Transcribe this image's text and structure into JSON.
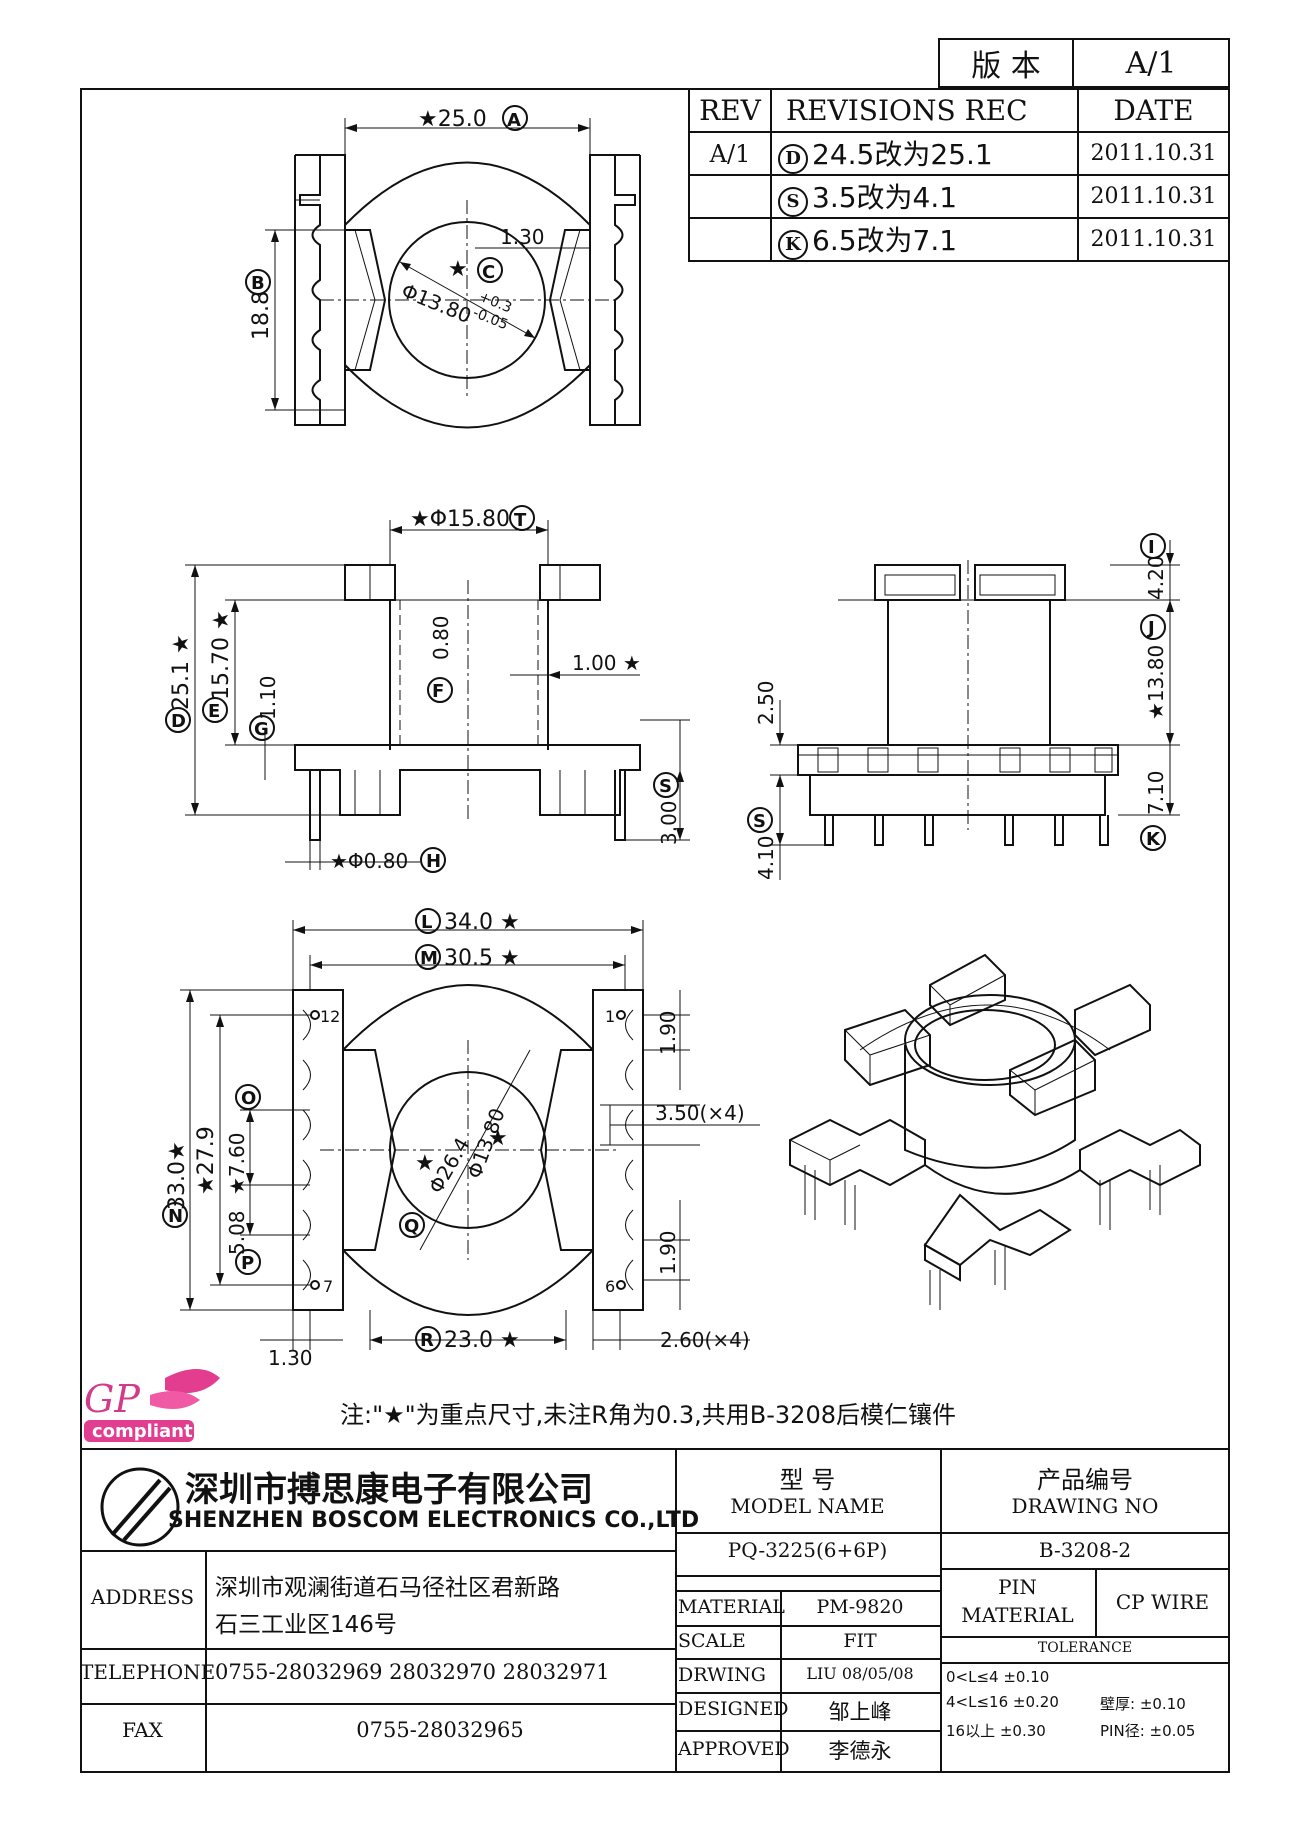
{
  "version_block": {
    "label": "版 本",
    "value": "A/1"
  },
  "revisions": {
    "headers": [
      "REV",
      "REVISIONS REC",
      "DATE"
    ],
    "rows": [
      {
        "rev": "A/1",
        "symbol": "D",
        "text": "24.5改为25.1",
        "date": "2011.10.31"
      },
      {
        "rev": "",
        "symbol": "S",
        "text": "3.5改为4.1",
        "date": "2011.10.31"
      },
      {
        "rev": "",
        "symbol": "K",
        "text": "6.5改为7.1",
        "date": "2011.10.31"
      }
    ]
  },
  "drawing": {
    "top_view": {
      "dim_width": "★25.0",
      "dim_width_sym": "A",
      "dim_height": "18.8",
      "dim_height_sym": "B",
      "dim_wall": "1.30",
      "dim_bore_sym": "C",
      "dim_bore": "Φ13.80",
      "tol_plus": "+0.3",
      "tol_minus": "-0.05"
    },
    "front_view": {
      "dim_dia": "★Φ15.80",
      "dim_dia_sym": "T",
      "dim_total": "25.1 ★",
      "dim_total_sym": "D",
      "dim_inner": "15.70 ★",
      "dim_inner_sym": "E",
      "dim_flange": "1.10",
      "dim_flange_sym": "G",
      "dim_wall": "0.80",
      "dim_wall_sym": "F",
      "dim_rib": "1.00 ★",
      "dim_pin_len": "3.00",
      "dim_pin_sym": "S",
      "dim_pin_dia": "★Φ0.80",
      "dim_pin_dia_sym": "H"
    },
    "side_view": {
      "dim_top": "4.20",
      "dim_top_sym": "I",
      "dim_mid": "★13.80",
      "dim_mid_sym": "J",
      "dim_base": "7.10",
      "dim_base_sym": "K",
      "dim_step": "2.50",
      "dim_pin": "4.10",
      "dim_pin_sym": "S"
    },
    "bottom_view": {
      "dim_length": "34.0 ★",
      "dim_length_sym": "L",
      "dim_inner_length": "30.5 ★",
      "dim_inner_length_sym": "M",
      "dim_total": "33.0★",
      "dim_total_sym": "N",
      "dim_pitch_row": "★27.9",
      "dim_pitch_a": "★7.60",
      "dim_pitch_a_sym": "O",
      "dim_pitch_b": "5.08",
      "dim_pitch_b_sym": "P",
      "dim_bore": "Φ13.80",
      "dim_outer": "Φ26.4",
      "dim_outer_sym": "Q",
      "dim_gap_top": "1.90",
      "dim_slot": "3.50(×4)",
      "dim_gap_bottom": "1.90",
      "dim_edge": "1.30",
      "dim_span": "23.0 ★",
      "dim_span_sym": "R",
      "dim_slot_w": "2.60(×4)",
      "pin_labels": [
        "12",
        "1",
        "7",
        "6"
      ]
    }
  },
  "logo": {
    "gp": "GP",
    "compliant": "compliant"
  },
  "note": "注:\"★\"为重点尺寸,未注R角为0.3,共用B-3208后模仁镶件",
  "company": {
    "cn": "深圳市搏思康电子有限公司",
    "en": "SHENZHEN BOSCOM ELECTRONICS CO.,LTD"
  },
  "model": {
    "label_cn": "型    号",
    "label_en": "MODEL NAME",
    "value": "PQ-3225(6+6P)"
  },
  "drawing_no": {
    "label_cn": "产品编号",
    "label_en": "DRAWING NO",
    "value": "B-3208-2"
  },
  "address": {
    "label": "ADDRESS",
    "line1": "深圳市观澜街道石马径社区君新路",
    "line2": "石三工业区146号"
  },
  "telephone": {
    "label": "TELEPHONE",
    "value": "0755-28032969 28032970 28032971"
  },
  "fax": {
    "label": "FAX",
    "value": "0755-28032965"
  },
  "specs": {
    "material_label": "MATERIAL",
    "material": "PM-9820",
    "scale_label": "SCALE",
    "scale": "FIT",
    "drwing_label": "DRWING",
    "drwing": "LIU 08/05/08",
    "designed_label": "DESIGNED",
    "designed": "邹上峰",
    "approved_label": "APPROVED",
    "approved": "李德永"
  },
  "pin_material": {
    "label1": "PIN",
    "label2": "MATERIAL",
    "value": "CP WIRE"
  },
  "tolerance": {
    "title": "TOLERANCE",
    "r1": "0<L≤4  ±0.10",
    "r2": "4<L≤16  ±0.20",
    "r2b": "壁厚:  ±0.10",
    "r3": "16以上      ±0.30",
    "r3b": "PIN径: ±0.05"
  }
}
